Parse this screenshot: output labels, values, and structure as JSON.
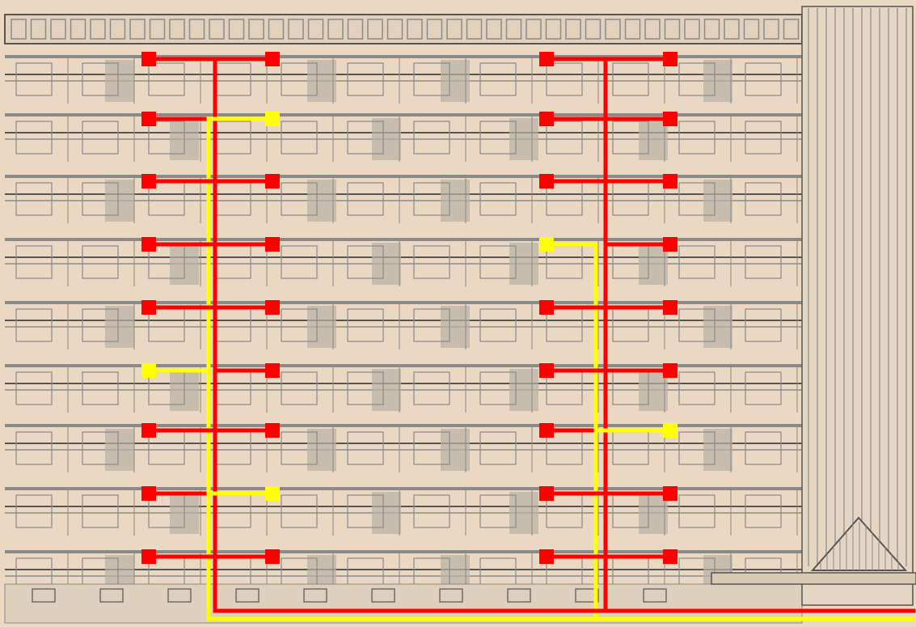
{
  "colors": {
    "paper": "#ead8c3",
    "facade_line": "#555555",
    "facade_light": "#8a8a8a",
    "panel_dark": "#b8b2a6",
    "red_network": "#ff0000",
    "yellow_network": "#ffff00"
  },
  "building": {
    "floors": 9,
    "units_per_floor_per_riser": 2,
    "risers": 2
  },
  "network": {
    "left_riser": {
      "floors_yellow_right": [
        2,
        8
      ],
      "floors_yellow_left": [
        6
      ]
    },
    "right_riser": {
      "floors_yellow_left": [
        4
      ],
      "floors_yellow_right": [
        7
      ]
    }
  }
}
